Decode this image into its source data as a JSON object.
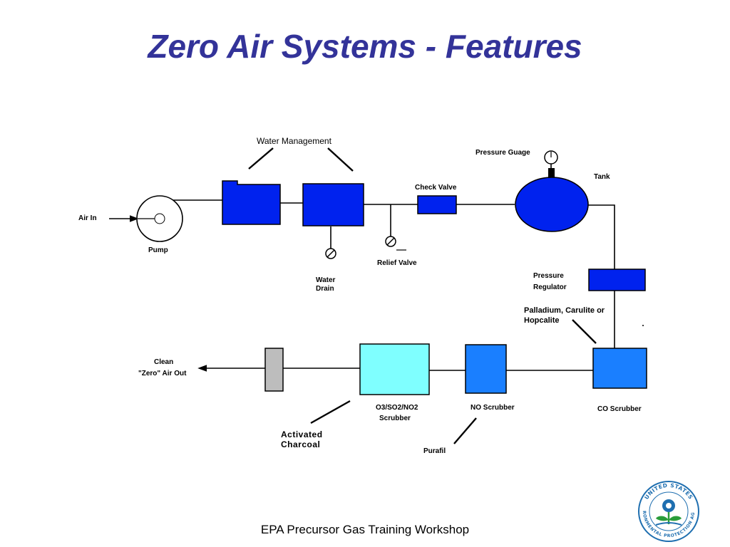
{
  "title": "Zero Air Systems - Features",
  "footer": "EPA Precursor Gas Training Workshop",
  "labels": {
    "water_management": "Water Management",
    "pressure_guage": "Pressure Guage",
    "tank": "Tank",
    "check_valve": "Check Valve",
    "air_in": "Air In",
    "pump": "Pump",
    "relief_valve": "Relief Valve",
    "water_drain_1": "Water",
    "water_drain_2": "Drain",
    "pressure_regulator_1": "Pressure",
    "pressure_regulator_2": "Regulator",
    "catalyst_1": "Palladium, Carulite or",
    "catalyst_2": "Hopcalite",
    "clean_out_1": "Clean",
    "clean_out_2": "\"Zero\" Air Out",
    "o3_scrubber_1": "O3/SO2/NO2",
    "o3_scrubber_2": "Scrubber",
    "no_scrubber": "NO Scrubber",
    "co_scrubber": "CO Scrubber",
    "activated_1": "Activated",
    "activated_2": "Charcoal",
    "purafil": "Purafil"
  },
  "seal": {
    "top": "UNITED STATES",
    "bottom": "ENVIRONMENTAL PROTECTION AGENCY"
  },
  "colors": {
    "title": "#333399",
    "component_blue": "#0022ee",
    "scrubber_blue": "#1a7fff",
    "scrubber_cyan": "#7fffff",
    "filter_gray": "#bdbdbd"
  }
}
